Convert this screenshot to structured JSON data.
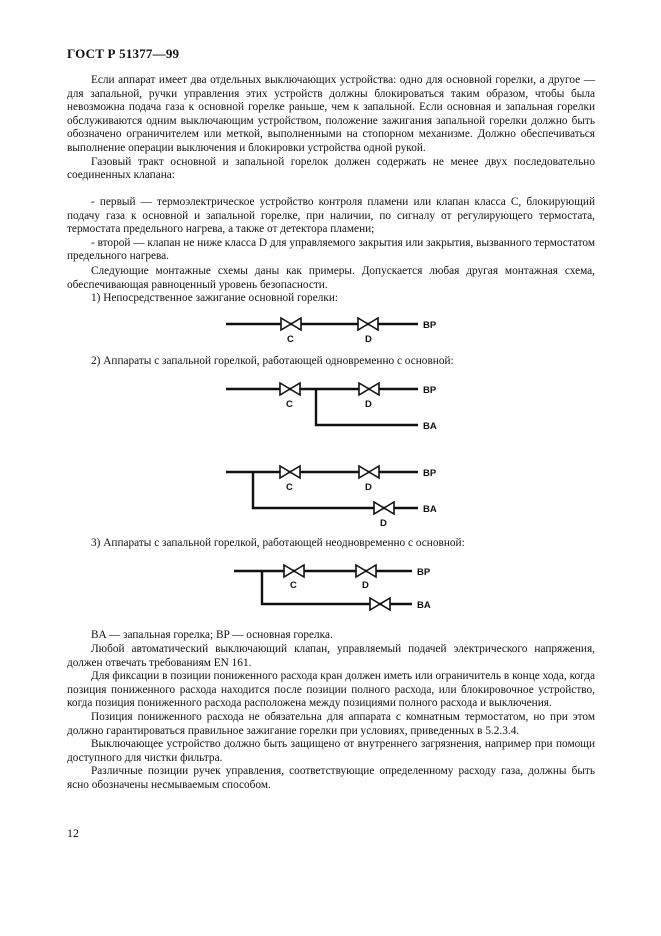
{
  "header": {
    "doc_code": "ГОСТ Р 51377—99"
  },
  "block1": {
    "paragraphs": [
      "Если аппарат имеет два отдельных выключающих устройства: одно для основной горелки, а другое — для запальной, ручки управления этих устройств должны блокироваться таким образом, чтобы была невозможна подача газа к основной горелке раньше, чем к запальной. Если основная и запальная горелки обслуживаются одним выключающим устройством, положение зажигания запальной горелки должно быть обозначено ограничителем или меткой, выполненными на стопорном механизме. Должно обеспечиваться выполнение операции выключения и блокировки устройства одной рукой.",
      "Газовый тракт основной и запальной горелок должен содержать не менее двух последовательно соединенных клапана:"
    ]
  },
  "block2": {
    "items": [
      "- первый — термоэлектрическое устройство контроля пламени или клапан класса С, блокирующий подачу газа к основной и запальной горелке, при наличии, по сигналу от регулирующего термостата, термостата предельного нагрева, а также от детектора пламени;",
      "- второй — клапан не ниже класса D для управляемого закрытия или закрытия, вызванного термостатом предельного нагрева."
    ]
  },
  "block3": {
    "paragraph": "Следующие монтажные схемы даны как примеры. Допускается любая другая монтажная схема, обеспечивающая равноценный уровень безопасности.",
    "case1": "1)  Непосредственное зажигание основной горелки:"
  },
  "diagram_labels": {
    "valve_c": "C",
    "valve_d": "D",
    "main": "BP",
    "pilot": "BA"
  },
  "case2": {
    "caption": "2)  Аппараты с запальной горелкой, работающей одновременно с основной:"
  },
  "case3": {
    "caption": "3)  Аппараты с запальной горелкой, работающей неодновременно с основной:"
  },
  "block4": {
    "legend": "BA — запальная горелка; BP — основная горелка.",
    "paragraphs": [
      "Любой автоматический выключающий клапан, управляемый подачей электрического напряжения, должен отвечать требованиям EN 161.",
      "Для фиксации в позиции пониженного расхода кран должен иметь или ограничитель в конце хода, когда позиция пониженного расхода находится после позиции полного расхода, или блокировочное устройство, когда позиция пониженного расхода расположена между позициями полного расхода и выключения.",
      "Позиция пониженного расхода не обязательна для аппарата с комнатным термостатом, но при этом должно гарантироваться правильное зажигание горелки при условиях, приведенных в 5.2.3.4.",
      "Выключающее устройство должно быть защищено от внутреннего загрязнения, например при помощи доступного для чистки фильтра.",
      "Различные позиции ручек управления, соответствующие определенному расходу газа, должны быть ясно обозначены несмываемым способом."
    ]
  },
  "footer": {
    "page_number": "12"
  }
}
